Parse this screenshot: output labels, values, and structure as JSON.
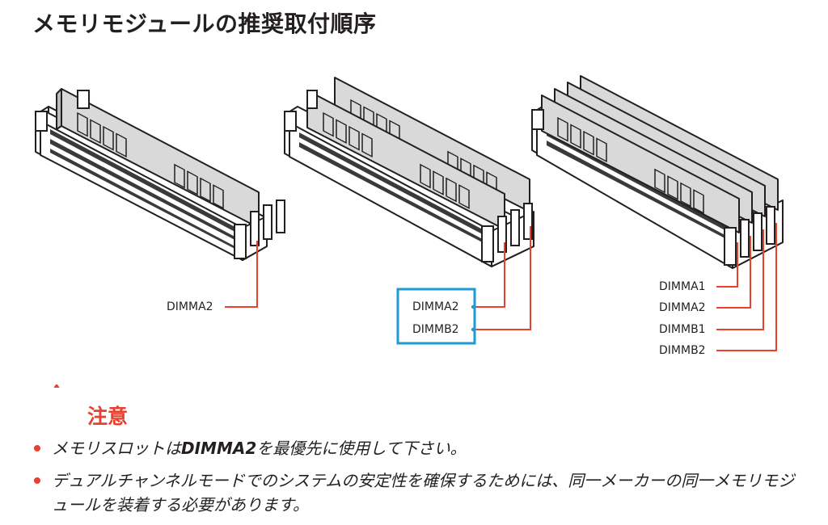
{
  "title": "メモリモジュールの推奨取付順序",
  "diagrams": [
    {
      "labels": [
        "DIMMA2"
      ]
    },
    {
      "labels": [
        "DIMMA2",
        "DIMMB2"
      ]
    },
    {
      "labels": [
        "DIMMA1",
        "DIMMA2",
        "DIMMB1",
        "DIMMB2"
      ]
    }
  ],
  "caution": {
    "heading": "注意",
    "notes": [
      {
        "pre": "メモリスロットは",
        "bold": "DIMMA2",
        "post": "を最優先に使用して下さい。"
      },
      {
        "pre": "デュアルチャンネルモードでのシステムの安定性を確保するためには、同一メーカーの同一メモリモジュールを装着する必要があります。",
        "bold": "",
        "post": ""
      }
    ]
  },
  "colors": {
    "accent": "#e8412f",
    "highlight": "#1e9ad6",
    "text": "#231f20",
    "module": "#d9d9d9"
  },
  "icons": [
    "warning-icon"
  ]
}
